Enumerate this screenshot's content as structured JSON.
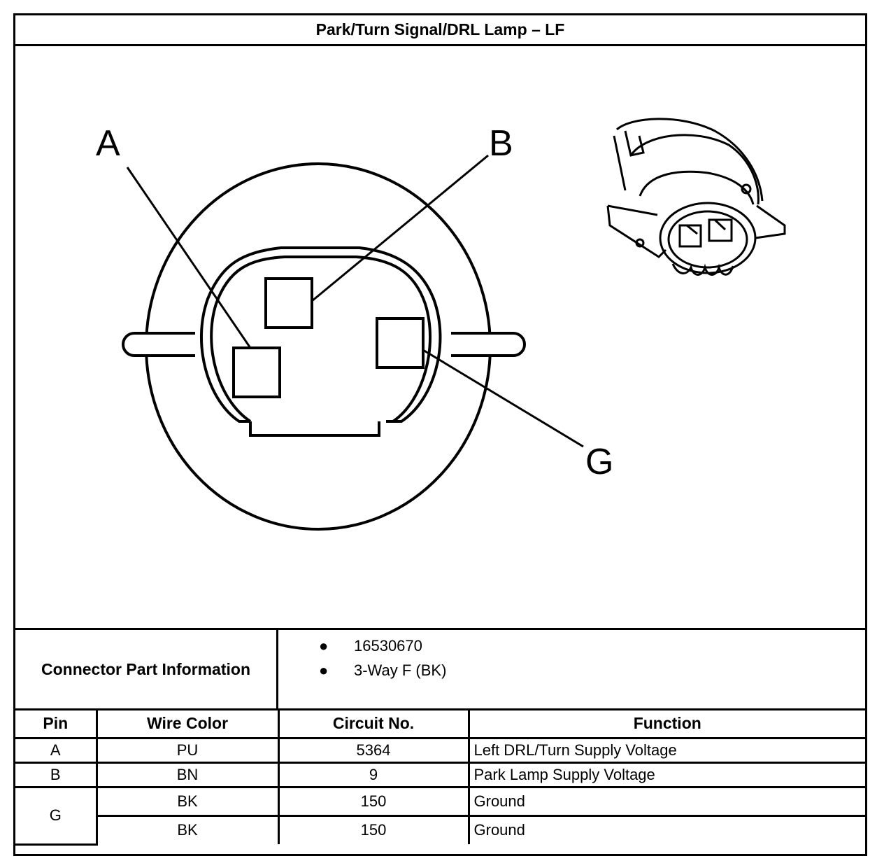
{
  "title": "Park/Turn Signal/DRL Lamp – LF",
  "diagram": {
    "pin_labels": [
      "A",
      "B",
      "G"
    ],
    "icons": [
      "connector-face-icon",
      "connector-3d-icon"
    ]
  },
  "connector_info": {
    "label": "Connector Part Information",
    "items": [
      "16530670",
      "3-Way F (BK)"
    ]
  },
  "table": {
    "headers": [
      "Pin",
      "Wire Color",
      "Circuit No.",
      "Function"
    ],
    "rows": [
      {
        "pin": "A",
        "wire_color": "PU",
        "circuit": "5364",
        "function": "Left DRL/Turn Supply Voltage"
      },
      {
        "pin": "B",
        "wire_color": "BN",
        "circuit": "9",
        "function": "Park Lamp Supply Voltage"
      },
      {
        "pin": "G",
        "wire_color": "BK",
        "circuit": "150",
        "function": "Ground"
      },
      {
        "pin": "",
        "wire_color": "BK",
        "circuit": "150",
        "function": "Ground"
      }
    ]
  }
}
